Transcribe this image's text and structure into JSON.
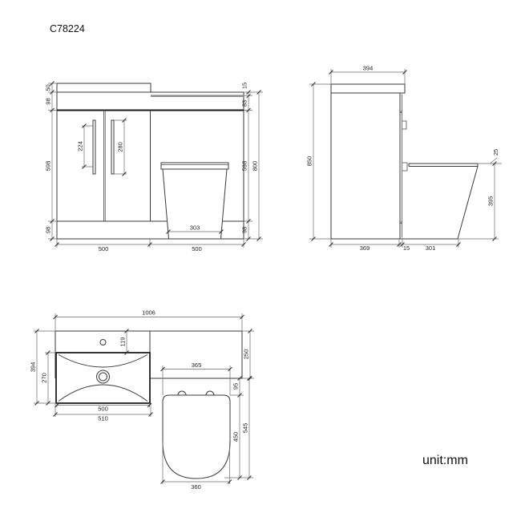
{
  "title": "C78224",
  "unit_label": "unit:mm",
  "front_view": {
    "left_dims": {
      "countertop_height": "50",
      "top_band": "98",
      "door_height": "598",
      "plinth_height": "98"
    },
    "right_dims": {
      "worktop_thickness": "15",
      "top_band": "83",
      "door_height": "598",
      "plinth_height": "98",
      "total_height": "800"
    },
    "bottom_dims": {
      "vanity_width": "500",
      "wc_unit_width": "500"
    },
    "handle_dims": {
      "left_handle": "224",
      "right_handle": "280"
    },
    "toilet_base_width": "303"
  },
  "side_view": {
    "top_width": "394",
    "total_height": "850",
    "seat_thickness": "25",
    "seat_height": "395",
    "bottom_dims": {
      "cabinet_depth": "369",
      "gap": "15",
      "toilet_overhang": "301"
    }
  },
  "plan_view": {
    "total_width": "1006",
    "counter_depth": "250",
    "basin_total_depth": "394",
    "basin_inner_depth": "270",
    "tap_hole_offset": "119",
    "basin_width": "500",
    "basin_outer_width": "510",
    "toilet_back_width": "365",
    "seat_setback": "95",
    "seat_length": "450",
    "toilet_total_depth": "545",
    "seat_width": "360"
  },
  "colors": {
    "line": "#3a3a3a",
    "worktop_gray": "#8f8f8f",
    "text": "#222222",
    "background": "#ffffff"
  }
}
